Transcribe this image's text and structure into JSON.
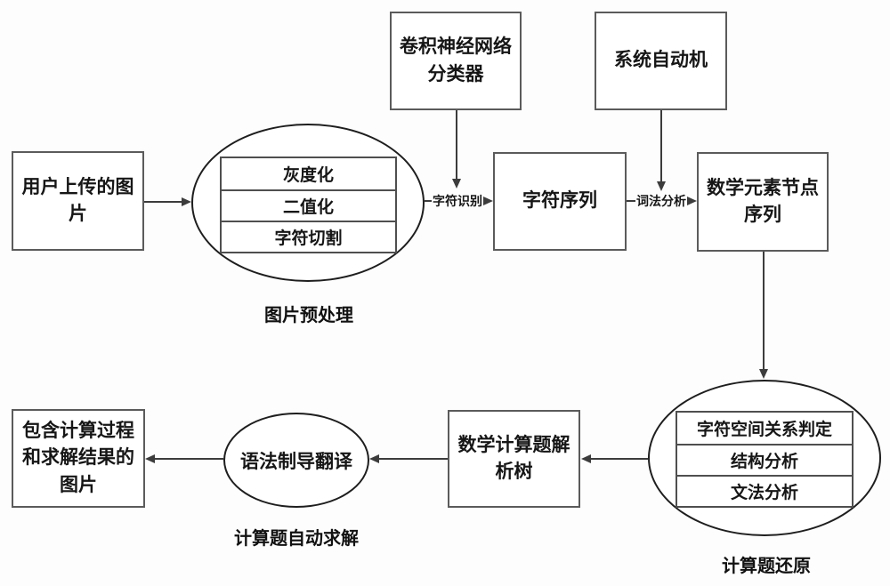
{
  "diagram": {
    "nodes": {
      "user_image": "用户上传的图\n片",
      "cnn_classifier": "卷积神经网络\n分类器",
      "system_automaton": "系统自动机",
      "char_sequence": "字符序列",
      "math_element_node_sequence": "数学元素节点\n序列",
      "parse_tree": "数学计算题解\n析树",
      "syntax_directed_translation": "语法制导翻译",
      "result_image": "包含计算过程\n和求解结果的\n图片"
    },
    "preprocess_steps": [
      "灰度化",
      "二值化",
      "字符切割"
    ],
    "restore_steps": [
      "字符空间关系判定",
      "结构分析",
      "文法分析"
    ],
    "group_labels": {
      "preprocess": "图片预处理",
      "restore": "计算题还原",
      "auto_solve": "计算题自动求解"
    },
    "edge_labels": {
      "char_recognition": "字符识别",
      "lexical_analysis": "词法分析"
    },
    "colors": {
      "background": "#fdfdfd",
      "node_border": "#5b5b5b",
      "ellipse_border": "#1e1e1e",
      "arrow": "#3c3c3c",
      "text": "#161616"
    }
  }
}
